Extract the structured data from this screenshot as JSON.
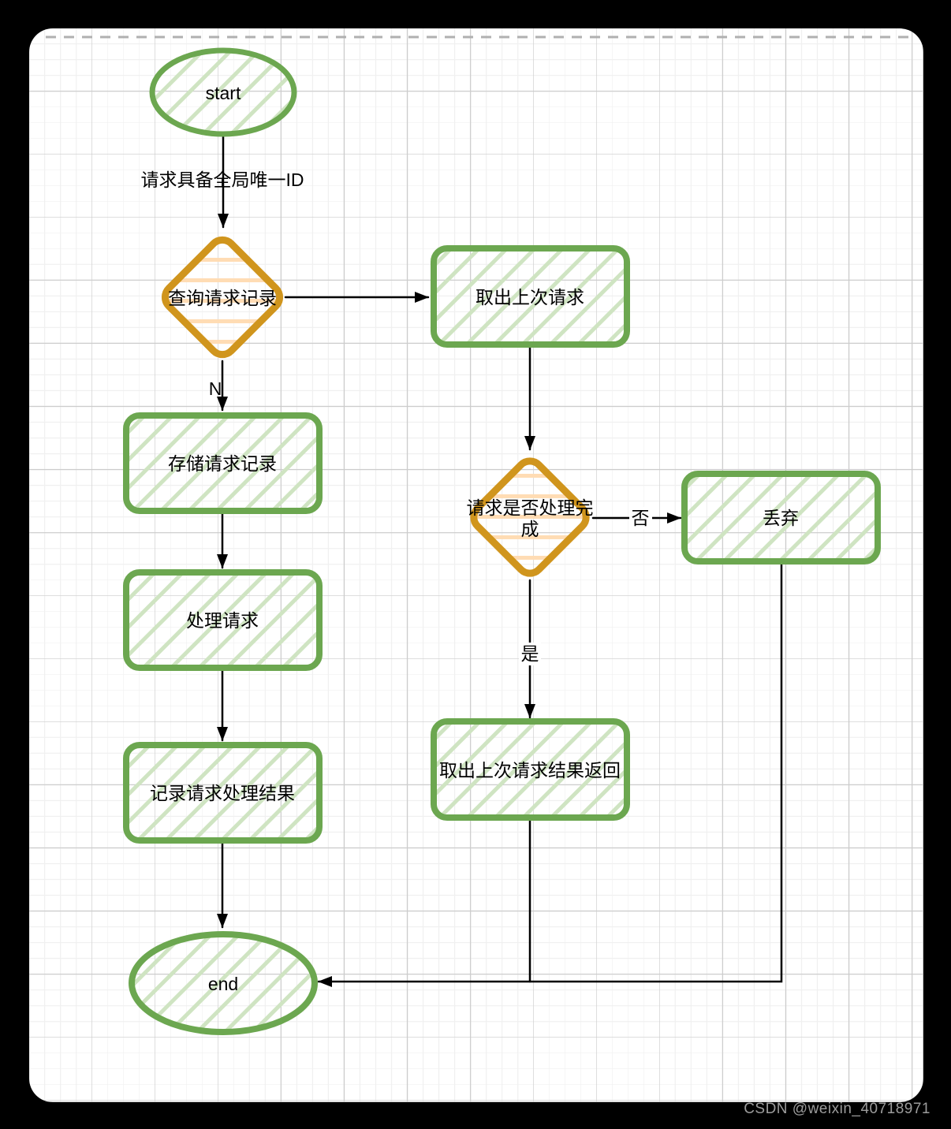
{
  "watermark": "CSDN @weixin_40718971",
  "colors": {
    "background": "#000000",
    "canvas": "#ffffff",
    "grid_minor": "#f0f0f0",
    "grid_major": "#cccccc",
    "green_stroke": "#6ca750",
    "green_hatch": "#cfe4c2",
    "orange_stroke": "#d0951d",
    "orange_hatch": "#ffdcb4",
    "connector": "#000000",
    "dashed_guide": "#b0b0b0",
    "watermark_text": "#9c9c9c"
  },
  "nodes": {
    "start": {
      "type": "terminator-ellipse",
      "label": "start"
    },
    "check_record": {
      "type": "decision-diamond",
      "label": "查询请求记录"
    },
    "fetch_last": {
      "type": "process-box",
      "label": "取出上次请求"
    },
    "store_record": {
      "type": "process-box",
      "label": "存储请求记录"
    },
    "handle_request": {
      "type": "process-box",
      "label": "处理请求"
    },
    "record_result": {
      "type": "process-box",
      "label": "记录请求处理结果"
    },
    "is_done": {
      "type": "decision-diamond",
      "label": "请求是否处理完成",
      "line1": "请求是否处理完",
      "line2": "成"
    },
    "discard": {
      "type": "process-box",
      "label": "丢弃"
    },
    "return_result": {
      "type": "process-box",
      "label": "取出上次请求结果返回"
    },
    "end": {
      "type": "terminator-ellipse",
      "label": "end"
    }
  },
  "edges": {
    "start_to_check": {
      "label": "请求具备全局唯一ID"
    },
    "check_to_store": {
      "label": "N"
    },
    "check_to_fetch": {
      "label": ""
    },
    "is_done_to_discard": {
      "label": "否"
    },
    "is_done_to_return": {
      "label": "是"
    }
  }
}
